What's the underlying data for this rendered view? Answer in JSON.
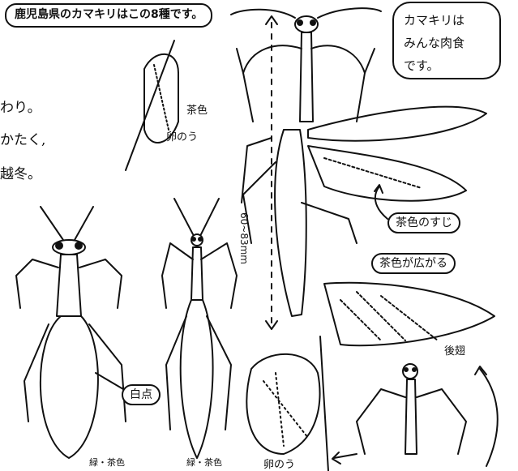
{
  "title": "鹿児島県のカマキリはこの8種です。",
  "bubble": {
    "line1": "カマキリは",
    "line2": "みんな肉食",
    "line3": "です。"
  },
  "left_text": {
    "line1": "わり。",
    "line2": "かたく,",
    "line3": "越冬。"
  },
  "labels": {
    "brown": "茶色",
    "ootheca": "卵のう",
    "brown_stripe": "茶色のすじ",
    "brown_spread": "茶色が広がる",
    "hindwing": "後翅",
    "white_spot": "白点",
    "size": "60~83mm",
    "ootheca_bottom": "卵のう",
    "bottom_left": "緑・茶色",
    "bottom_mid": "緑・茶色"
  }
}
